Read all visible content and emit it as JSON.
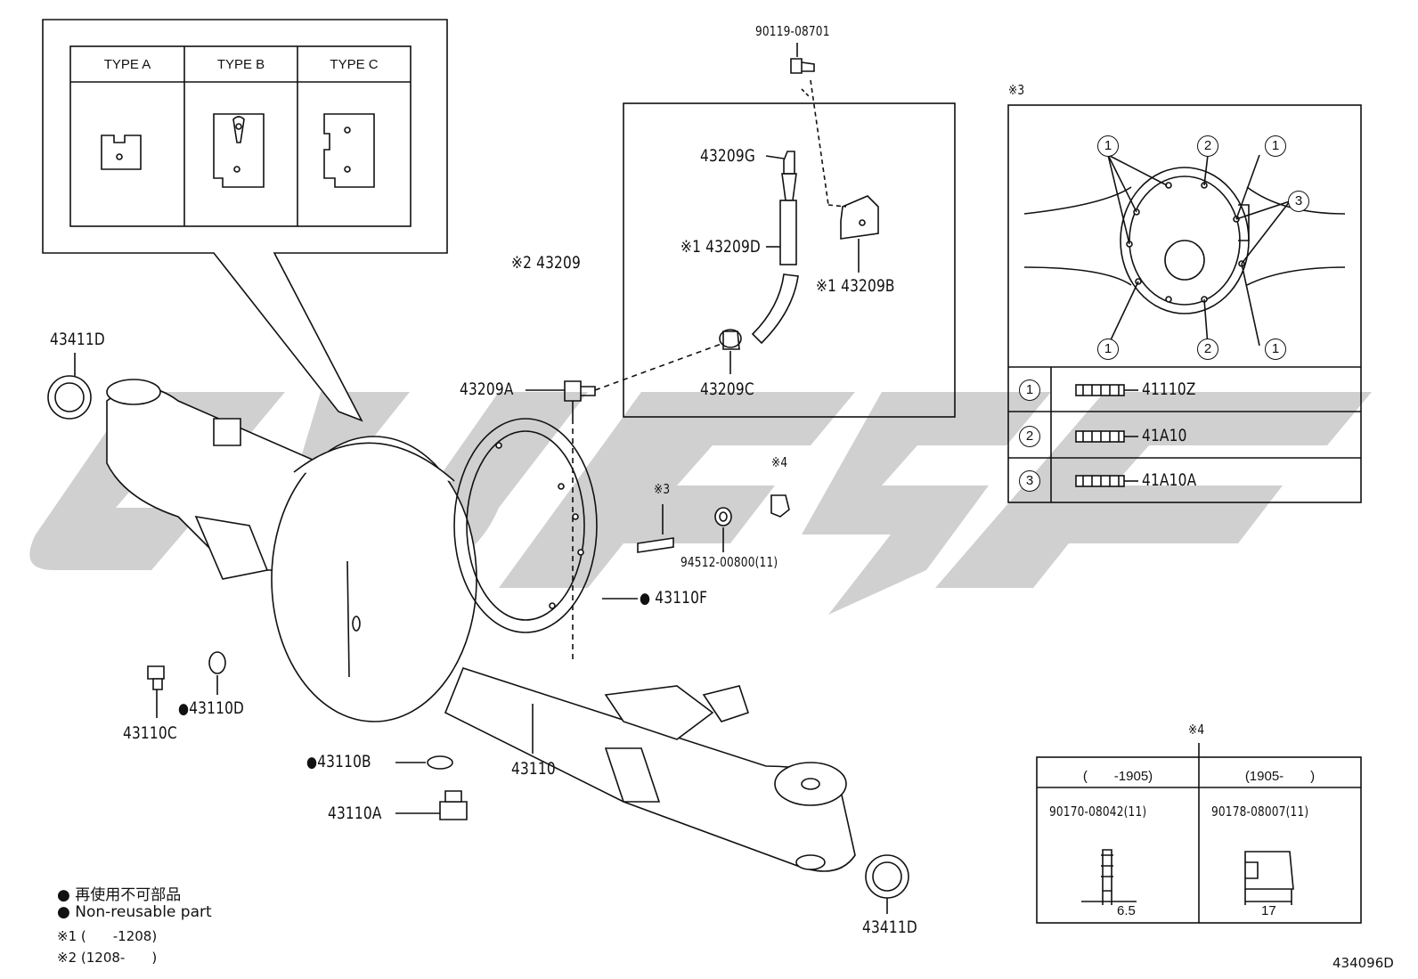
{
  "doc_id": "434096D",
  "types": {
    "a": "TYPE A",
    "b": "TYPE B",
    "c": "TYPE C"
  },
  "parts": {
    "p90119": "90119-08701",
    "p43209": "※2 43209",
    "p43209g": "43209G",
    "p43209d": "※1 43209D",
    "p43209b": "※1 43209B",
    "p43209c": "43209C",
    "p43209a": "43209A",
    "p43411d_left": "43411D",
    "p43411d_right": "43411D",
    "p94512": "94512-00800(11)",
    "p43110f": "43110F",
    "p43110c": "43110C",
    "p43110d": "43110D",
    "p43110b": "43110B",
    "p43110": "43110",
    "p43110a": "43110A",
    "ref3": "※3",
    "ref4": "※4"
  },
  "inset3": {
    "title": "※3",
    "rows": [
      {
        "num": "1",
        "part": "41110Z"
      },
      {
        "num": "2",
        "part": "41A10"
      },
      {
        "num": "3",
        "part": "41A10A"
      }
    ],
    "bolt_labels": [
      "1",
      "2",
      "1",
      "3",
      "1",
      "2",
      "1"
    ]
  },
  "inset4": {
    "title": "※4",
    "col1_header": "(　　-1905)",
    "col2_header": "(1905-　　)",
    "col1_part": "90170-08042(11)",
    "col2_part": "90178-08007(11)",
    "col1_dim": "6.5",
    "col2_dim": "17"
  },
  "legend": {
    "jp": "再使用不可部品",
    "en": "Non-reusable part",
    "note1": "※1 (　　-1208)",
    "note2": "※2 (1208-　　)"
  }
}
